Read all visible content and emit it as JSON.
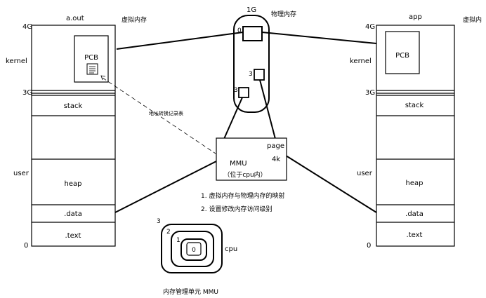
{
  "left_space": {
    "title": "a.out",
    "side_label": "虚拟内存",
    "addr_4g": "4G",
    "addr_3g": "3G",
    "addr_0": "0",
    "kernel_label": "kernel",
    "user_label": "user",
    "pcb": "PCB",
    "segments": {
      "stack": "stack",
      "heap": "heap",
      "data": ".data",
      "text": ".text"
    }
  },
  "right_space": {
    "title": "app",
    "side_label": "虚拟内",
    "addr_4g": "4G",
    "addr_3g": "3G",
    "addr_0": "0",
    "kernel_label": "kernel",
    "user_label": "user",
    "pcb": "PCB",
    "segments": {
      "stack": "stack",
      "heap": "heap",
      "data": ".data",
      "text": ".text"
    }
  },
  "physical": {
    "size_label": "1G",
    "title": "物理内存",
    "level_0": "0",
    "level_3a": "3",
    "level_3b": "3"
  },
  "page_table_label": "地址转换记录表",
  "mmu": {
    "name": "MMU",
    "note": "（位于cpu内）",
    "page_label": "page",
    "page_size": "4k"
  },
  "functions": [
    "1. 虚拟内存与物理内存的映射",
    "2. 设置修改内存访问级别"
  ],
  "cpu": {
    "label": "cpu",
    "ring_3": "3",
    "ring_2": "2",
    "ring_1": "1",
    "ring_0": "0"
  },
  "caption": "内存管理单元 MMU"
}
